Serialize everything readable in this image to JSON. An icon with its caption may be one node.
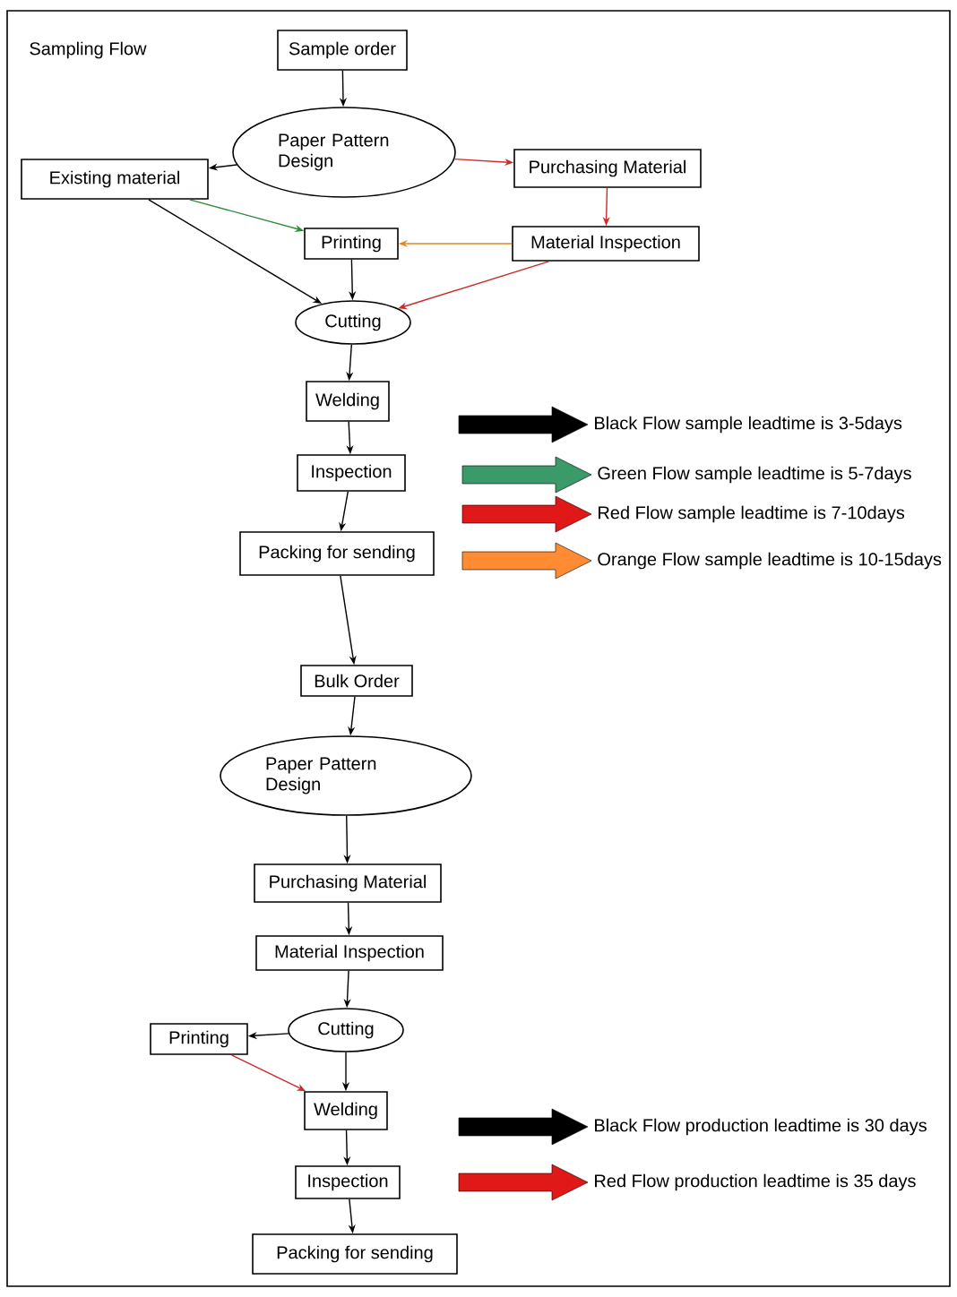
{
  "diagram": {
    "title": "Sampling Flow",
    "nodes": [
      {
        "text": [
          "Sample order"
        ]
      },
      {
        "text": [
          "Paper Pattern Design"
        ]
      },
      {
        "text": [
          "Existing material"
        ]
      },
      {
        "text": [
          "Purchasing Material"
        ]
      },
      {
        "text": [
          "Printing"
        ]
      },
      {
        "text": [
          "Material Inspection"
        ]
      },
      {
        "text": [
          "Cutting"
        ]
      },
      {
        "text": [
          "Welding"
        ]
      },
      {
        "text": [
          "Inspection"
        ]
      },
      {
        "text": [
          "Packing for sending"
        ]
      },
      {
        "text": [
          "Bulk Order"
        ]
      },
      {
        "text": [
          "Paper Pattern Design"
        ]
      },
      {
        "text": [
          "Purchasing Material"
        ]
      },
      {
        "text": [
          "Material Inspection"
        ]
      },
      {
        "text": [
          "Printing"
        ]
      },
      {
        "text": [
          "Cutting"
        ]
      },
      {
        "text": [
          "Welding"
        ]
      },
      {
        "text": [
          "Inspection"
        ]
      },
      {
        "text": [
          "Packing for sending"
        ]
      }
    ],
    "edges": [
      {
        "from": 0,
        "to": 1,
        "arrow": "to"
      },
      {
        "from": 1,
        "to": 2,
        "arrow": "to"
      },
      {
        "from": 1,
        "to": 3,
        "arrow": "to",
        "color": "#cc2a2a"
      },
      {
        "from": 2,
        "to": 4,
        "arrow": "to",
        "color": "#2e8b3a"
      },
      {
        "from": 2,
        "to": 6,
        "arrow": "to"
      },
      {
        "from": 3,
        "to": 5,
        "arrow": "to",
        "color": "#cc2a2a"
      },
      {
        "from": 5,
        "to": 4,
        "arrow": "to",
        "color": "#e08a20"
      },
      {
        "from": 5,
        "to": 6,
        "arrow": "to",
        "color": "#cc2a2a"
      },
      {
        "from": 4,
        "to": 6,
        "arrow": "to"
      },
      {
        "from": 6,
        "to": 7,
        "arrow": "to"
      },
      {
        "from": 7,
        "to": 8,
        "arrow": "to"
      },
      {
        "from": 8,
        "to": 9,
        "arrow": "to"
      },
      {
        "from": 9,
        "to": 10,
        "arrow": "to"
      },
      {
        "from": 10,
        "to": 11,
        "arrow": "to"
      },
      {
        "from": 11,
        "to": 12,
        "arrow": "to"
      },
      {
        "from": 12,
        "to": 13,
        "arrow": "to"
      },
      {
        "from": 13,
        "to": 15,
        "arrow": "to"
      },
      {
        "from": 15,
        "to": 14,
        "arrow": "to"
      },
      {
        "from": 14,
        "to": 16,
        "arrow": "to",
        "color": "#cc2a2a"
      },
      {
        "from": 15,
        "to": 16,
        "arrow": "to"
      },
      {
        "from": 16,
        "to": 17,
        "arrow": "to"
      },
      {
        "from": 17,
        "to": 18,
        "arrow": "to"
      }
    ],
    "legend": [
      {
        "text": "Black Flow sample leadtime is 3-5days",
        "color": "#000000"
      },
      {
        "text": "Green Flow sample leadtime is 5-7days",
        "color": "#3a9a6a"
      },
      {
        "text": "Red Flow sample leadtime is 7-10days",
        "color": "#e01818"
      },
      {
        "text": "Orange Flow sample leadtime is 10-15days",
        "color": "#ff8c33"
      },
      {
        "text": "Black Flow production leadtime is 30 days",
        "color": "#000000"
      },
      {
        "text": "Red Flow production leadtime is 35 days",
        "color": "#e01818"
      }
    ]
  }
}
